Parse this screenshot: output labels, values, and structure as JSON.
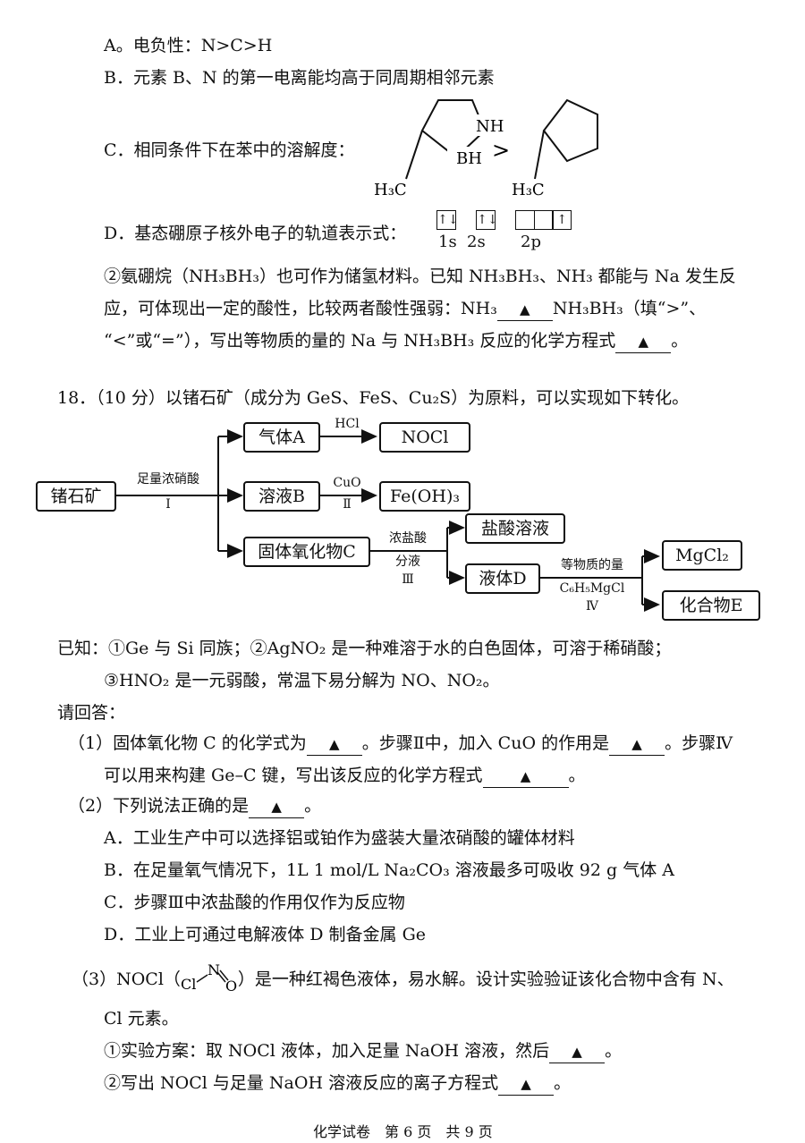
{
  "q17": {
    "optA": "A。电负性：N>C>H",
    "optB": "B．元素 B、N 的第一电离能均高于同周期相邻元素",
    "optC": "C．相同条件下在苯中的溶解度：",
    "optC_nh": "NH",
    "optC_bh": "BH",
    "optC_gt": ">",
    "optC_ch3_left": "H₃C",
    "optC_ch3_right": "H₃C",
    "optD": "D．基态硼原子核外电子的轨道表示式：",
    "orbital_1s": "↑↓",
    "orbital_2s": "↑↓",
    "orbital_2p_up": "↑",
    "label_1s": "1s",
    "label_2s": "2s",
    "label_2p": "2p",
    "part2_line1": "②氨硼烷（NH₃BH₃）也可作为储氢材料。已知 NH₃BH₃、NH₃ 都能与 Na 发生反",
    "part2_line2_a": "应，可体现出一定的酸性，比较两者酸性强弱：NH₃",
    "part2_line2_b": "NH₃BH₃（填“>”、",
    "part2_line3_a": "“<”或“=”），写出等物质的量的 Na 与 NH₃BH₃ 反应的化学方程式",
    "part2_line3_b": "。"
  },
  "blank_mark": "▲",
  "q18": {
    "title": "18．（10 分）以锗石矿（成分为 GeS、FeS、Cu₂S）为原料，可以实现如下转化。",
    "flow": {
      "ore": "锗石矿",
      "step1_top": "足量浓硝酸",
      "step1_bottom": "I",
      "gasA": "气体A",
      "hcl": "HCl",
      "nocl": "NOCl",
      "solB": "溶液B",
      "cuo": "CuO",
      "step2": "Ⅱ",
      "feoh3": "Fe(OH)₃",
      "solidC": "固体氧化物C",
      "conc_hcl": "浓盐酸",
      "sep": "分液",
      "step3": "Ⅲ",
      "hcl_sol": "盐酸溶液",
      "liqD": "液体D",
      "equimolar": "等物质的量",
      "grignard": "C₆H₅MgCl",
      "step4": "Ⅳ",
      "mgcl2": "MgCl₂",
      "compE": "化合物E"
    },
    "known_1": "已知：①Ge 与 Si 同族；②AgNO₂ 是一种难溶于水的白色固体，可溶于稀硝酸；",
    "known_2": "③HNO₂ 是一元弱酸，常温下易分解为 NO、NO₂。",
    "answer_prompt": "请回答：",
    "q1_a": "（1）固体氧化物 C 的化学式为",
    "q1_b": "。步骤Ⅱ中，加入 CuO 的作用是",
    "q1_c": "。步骤Ⅳ",
    "q1_line2": "可以用来构建 Ge–C 键，写出该反应的化学方程式",
    "q1_end": "。",
    "q2": "（2）下列说法正确的是",
    "q2_end": "。",
    "q2_A": "A．工业生产中可以选择铝或铂作为盛装大量浓硝酸的罐体材料",
    "q2_B": "B．在足量氧气情况下，1L 1 mol/L Na₂CO₃ 溶液最多可吸收 92 g 气体 A",
    "q2_C": "C．步骤Ⅲ中浓盐酸的作用仅作为反应物",
    "q2_D": "D．工业上可通过电解液体 D 制备金属 Ge",
    "q3_a": "（3）NOCl（",
    "q3_cl": "Cl",
    "q3_n": "N",
    "q3_o": "O",
    "q3_b": "）是一种红褐色液体，易水解。设计实验验证该化合物中含有 N、",
    "q3_line2": "Cl 元素。",
    "q3_1": "①实验方案：取 NOCl 液体，加入足量 NaOH 溶液，然后",
    "q3_1_end": "。",
    "q3_2": "②写出 NOCl 与足量 NaOH 溶液反应的离子方程式",
    "q3_2_end": "。"
  },
  "footer": "化学试卷　第 6 页　共 9 页"
}
